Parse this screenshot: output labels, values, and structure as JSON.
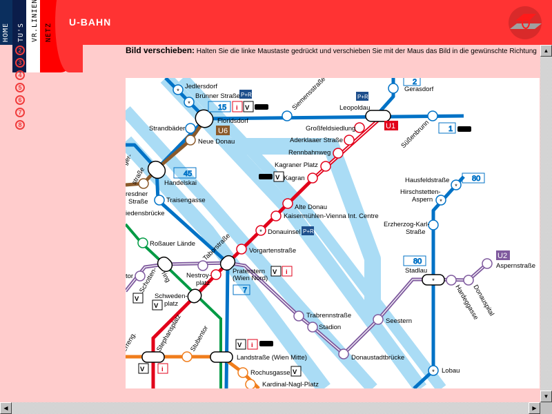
{
  "header": {
    "tabs": [
      "HOME",
      "TU'S",
      "VR.LINIEN",
      "NETZ"
    ],
    "title": "U-BAHN"
  },
  "sidebar": {
    "items": [
      "2",
      "3",
      "4",
      "5",
      "6",
      "7",
      "8"
    ]
  },
  "instructions": {
    "heading": "Bild verschieben:",
    "text": " Halten Sie die linke Maustaste gedrückt und verschieben Sie mit der Maus das Bild in die gewünschte Richtung"
  },
  "colors": {
    "u1": "#e2001a",
    "u2": "#7f5a9e",
    "u3": "#f07d1c",
    "u4": "#009a44",
    "u6": "#8b5a2b",
    "sbahn": "#0072c6",
    "water": "#aadcf5"
  },
  "map": {
    "lines": {
      "u1": "U1",
      "u2": "U2",
      "u6": "U6"
    },
    "sbahn": {
      "s15": "15",
      "s45": "45",
      "s1": "1",
      "s2": "2",
      "s80a": "80",
      "s80b": "80",
      "s7": "7"
    },
    "icons": {
      "pr": "P+R",
      "v": "V",
      "i": "i"
    },
    "stations": {
      "jedlersdorf": "Jedlersdorf",
      "bruenner": "Brünner Straße",
      "floridsdorf": "Floridsdorf",
      "neuedonau": "Neue Donau",
      "strandbaeder": "Strandbäder",
      "siemens": "Siemensstraße",
      "leopoldau": "Leopoldau",
      "gerasdorf": "Gerasdorf",
      "suessenbrunn": "Süßenbrunn",
      "grossfeld": "Großfeldsiedlung",
      "aderklaaer": "Aderklaaer Straße",
      "rennbahnweg": "Rennbahnweg",
      "kagranerplatz": "Kagraner Platz",
      "kagran": "Kagran",
      "altedonau": "Alte Donau",
      "kaisermuehlen": "Kaisermühlen-Vienna Int. Centre",
      "donauinsel": "Donauinsel",
      "vorgarten": "Vorgartenstraße",
      "praterstern1": "Praterstern",
      "praterstern2": "(Wien Nord)",
      "taborstrasse": "Taborstraße",
      "nestroy1": "Nestroy-",
      "nestroy2": "platz",
      "schottenring1": "Schotten-",
      "schottenring2": "ring",
      "schottentor": "tor",
      "schwedenplatz1": "Schweden-",
      "schwedenplatz2": "platz",
      "rossauer": "Roßauer Lände",
      "handelskai": "Handelskai",
      "traisengasse": "Traisengasse",
      "dresdner1": "resdner",
      "dresdner2": "Straße",
      "ger": "ger-",
      "strasse": "straße",
      "friedensbruecke": "iedensbrücke",
      "stephansplatz": "Stephansplatz",
      "stubentor": "Stubentor",
      "herrengasse": "erreng.",
      "landstrasse": "Landstraße (Wien Mitte)",
      "rochusgasse": "Rochusgasse",
      "kardinal": "Kardinal-Nagl-Platz",
      "trabrenn": "Trabrennstraße",
      "stadion": "Stadion",
      "donaustadt": "Donaustadtbrücke",
      "seestern": "Seestern",
      "stadlau": "Stadlau",
      "hardeggasse": "Hardeggasse",
      "donauspital": "Donauspital",
      "aspern": "Aspernstraße",
      "lobau": "Lobau",
      "erzherzog1": "Erzherzog-Karl-",
      "erzherzog2": "Straße",
      "hausfeld": "Hausfeldstraße",
      "hirsch1": "Hirschstetten-",
      "hirsch2": "Aspern"
    }
  }
}
